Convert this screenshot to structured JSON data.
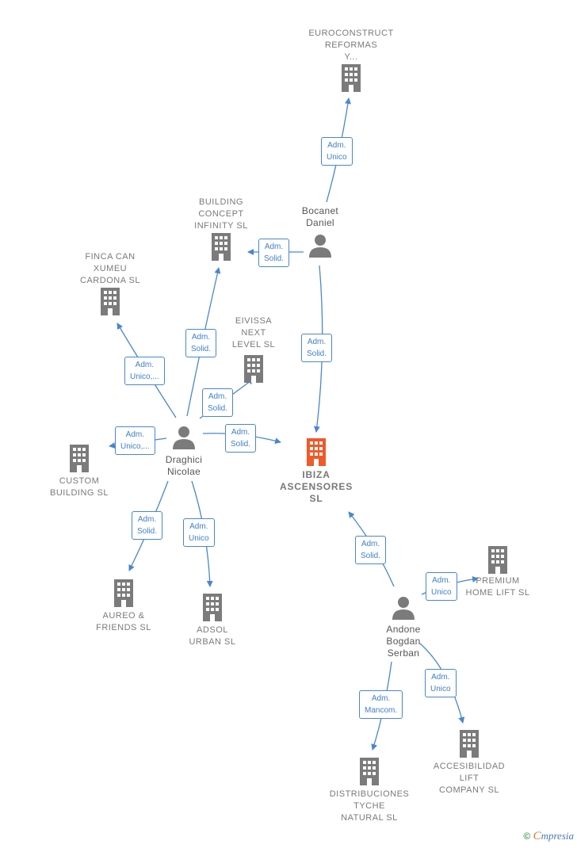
{
  "nodes": {
    "euroconstruct": {
      "label": "EUROCONSTRUCT\nREFORMAS\nY..."
    },
    "bocanet": {
      "label": "Bocanet\nDaniel"
    },
    "building_concept": {
      "label": "BUILDING\nCONCEPT\nINFINITY  SL"
    },
    "finca_can": {
      "label": "FINCA CAN\nXUMEU\nCARDONA  SL"
    },
    "eivissa": {
      "label": "EIVISSA\nNEXT\nLEVEL  SL"
    },
    "ibiza": {
      "label": "IBIZA\nASCENSORES\nSL"
    },
    "draghici": {
      "label": "Draghici\nNicolae"
    },
    "custom_building": {
      "label": "CUSTOM\nBUILDING  SL"
    },
    "aureo": {
      "label": "AUREO &\nFRIENDS  SL"
    },
    "adsol": {
      "label": "ADSOL\nURBAN  SL"
    },
    "premium": {
      "label": "PREMIUM\nHOME LIFT  SL"
    },
    "andone": {
      "label": "Andone\nBogdan\nSerban"
    },
    "accesibilidad": {
      "label": "ACCESIBILIDAD\nLIFT\nCOMPANY  SL"
    },
    "distribuciones": {
      "label": "DISTRIBUCIONES\nTYCHE\nNATURAL  SL"
    }
  },
  "edges": {
    "e1": "Adm.\nUnico",
    "e2": "Adm.\nSolid.",
    "e3": "Adm.\nSolid.",
    "e4": "Adm.\nSolid.",
    "e5": "Adm.\nUnico,...",
    "e6": "Adm.\nSolid.",
    "e7": "Adm.\nSolid.",
    "e8": "Adm.\nUnico,...",
    "e9": "Adm.\nSolid.",
    "e10": "Adm.\nUnico",
    "e11": "Adm.\nSolid.",
    "e12": "Adm.\nUnico",
    "e13": "Adm.\nUnico",
    "e14": "Adm.\nMancom."
  },
  "footer": {
    "copyright": "©",
    "brand_initial": "C",
    "brand_rest": "mpresia"
  },
  "colors": {
    "company": "#7b7b7b",
    "focus": "#f05a28",
    "person": "#7b7b7b",
    "edge": "#4a86d0"
  }
}
